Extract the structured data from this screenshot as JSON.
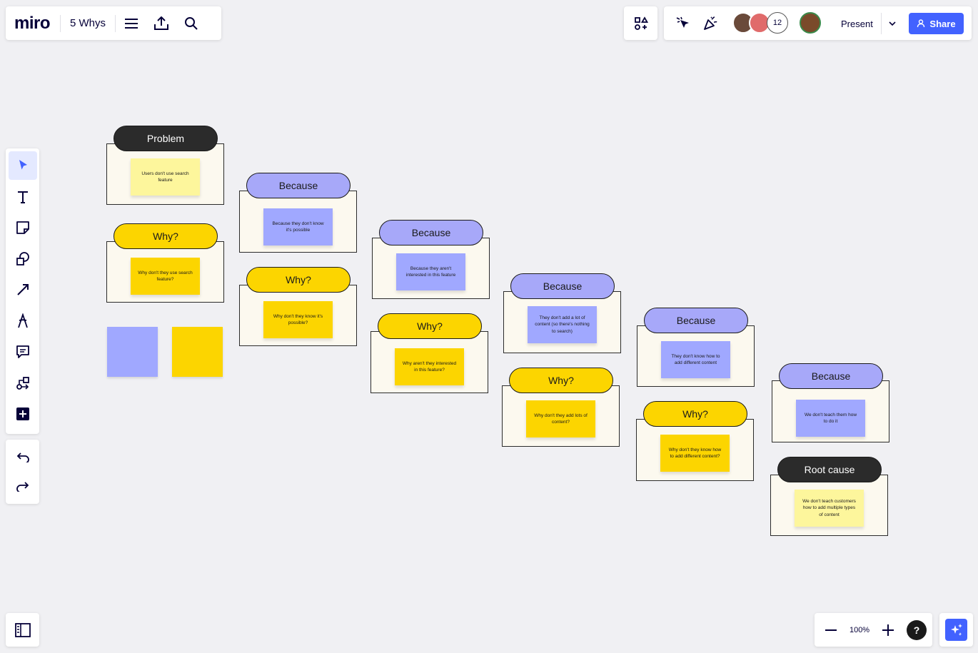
{
  "app": {
    "logo": "miro",
    "board_name": "5 Whys"
  },
  "header": {
    "collaborator_count": "12",
    "present_label": "Present",
    "share_label": "Share"
  },
  "zoom": {
    "level": "100%",
    "help": "?"
  },
  "colors": {
    "accent": "#4262ff",
    "frame_bg": "#fcf9ef",
    "purple": "#a7a8f9",
    "yellow": "#fcd500",
    "light_yellow": "#fdf69c",
    "dark": "#2b2b2b"
  },
  "board": {
    "problem": {
      "label": "Problem",
      "note": "Users don't use search feature"
    },
    "why1": {
      "label": "Why?",
      "note": "Why don't they use search feature?"
    },
    "because1": {
      "label": "Because",
      "note": "Because they don't know it's possible"
    },
    "why2": {
      "label": "Why?",
      "note": "Why don't they know it's possible?"
    },
    "because2": {
      "label": "Because",
      "note": "Because they aren't interested in this feature"
    },
    "why3": {
      "label": "Why?",
      "note": "Why aren't they interested in this feature?"
    },
    "because3": {
      "label": "Because",
      "note": "They don't add a lot of content (so there's nothing to search)"
    },
    "why4": {
      "label": "Why?",
      "note": "Why don't they add lots of content?"
    },
    "because4": {
      "label": "Because",
      "note": "They don't know how to add different content"
    },
    "why5": {
      "label": "Why?",
      "note": "Why don't they know how to add different content?"
    },
    "because5": {
      "label": "Because",
      "note": "We don't teach them how to do it"
    },
    "root": {
      "label": "Root cause",
      "note": "We don't teach customers how to add multiple types of content"
    }
  }
}
